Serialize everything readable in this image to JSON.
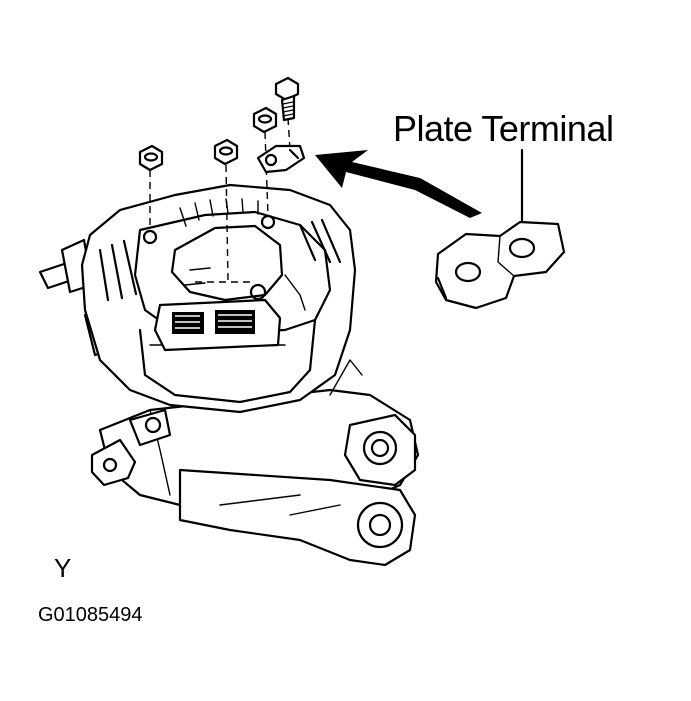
{
  "labels": {
    "plate_terminal": "Plate Terminal",
    "view_letter": "Y",
    "figure_code": "G01085494"
  },
  "parts": [
    "alternator",
    "mounting-bracket",
    "bolt",
    "nut",
    "plate-terminal",
    "install-arrow"
  ]
}
